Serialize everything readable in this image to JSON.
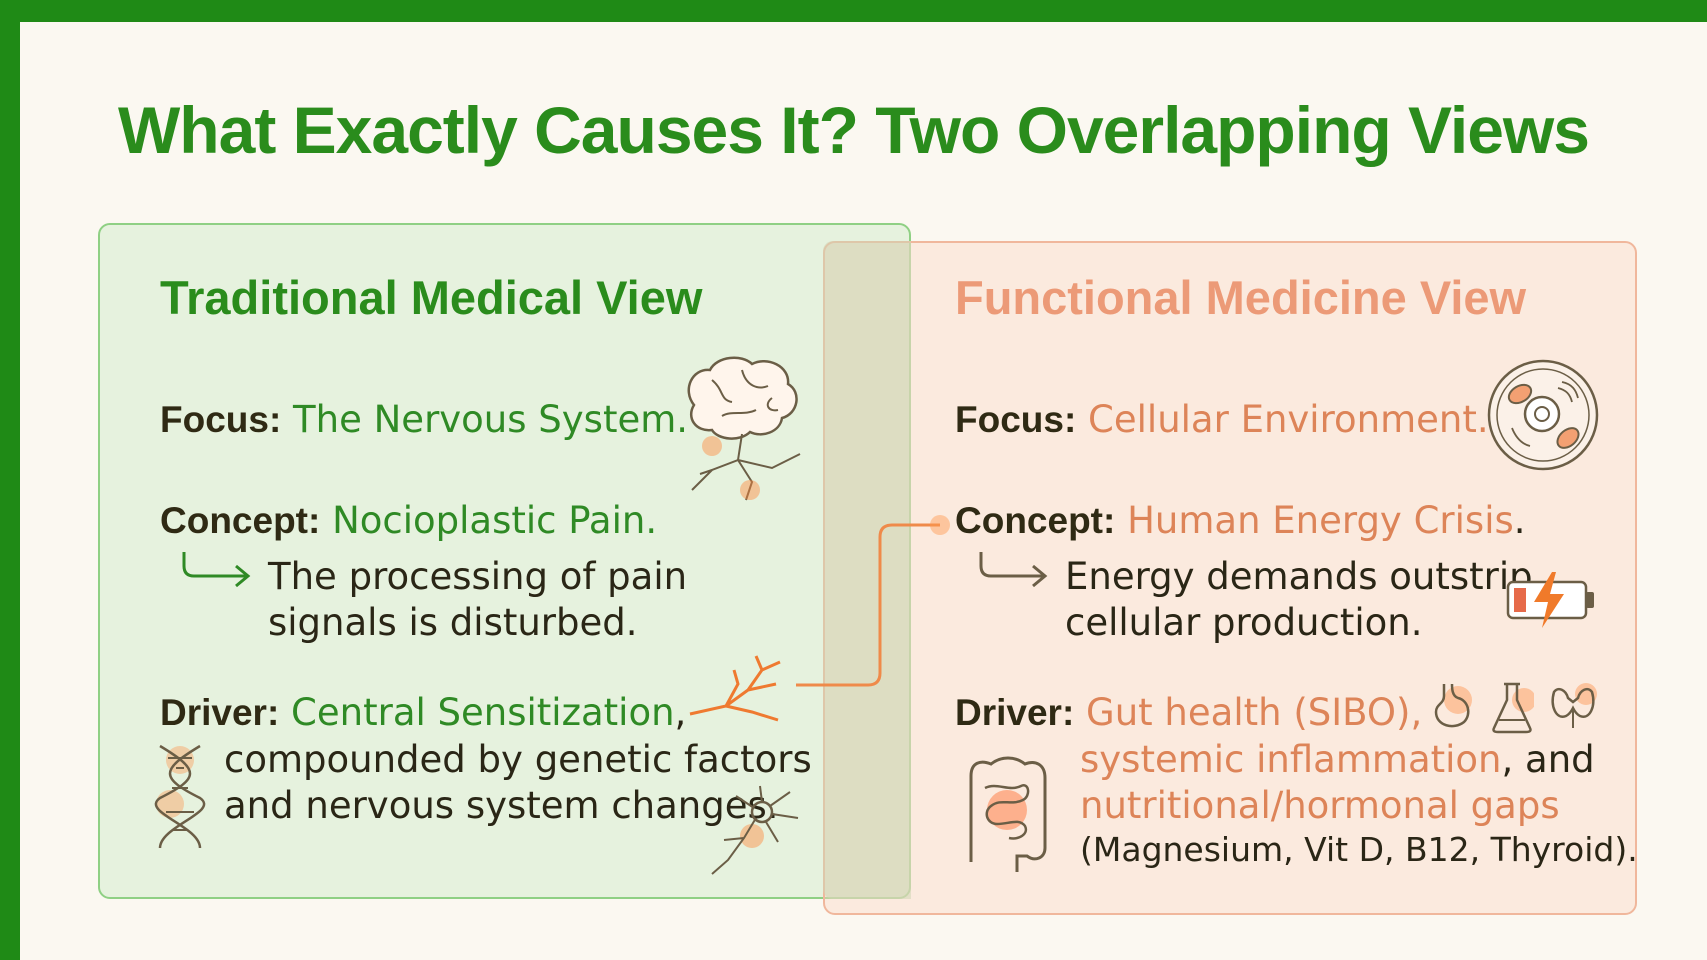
{
  "title": "What Exactly Causes It? Two Overlapping Views",
  "colors": {
    "frame": "#1f8a16",
    "green": "#2a8c1c",
    "orange": "#ec9a77",
    "text": "#2a2616"
  },
  "left": {
    "heading": "Traditional Medical View",
    "focus": {
      "label": "Focus:",
      "value": "The Nervous System."
    },
    "concept": {
      "label": "Concept:",
      "value": "Nocioplastic Pain.",
      "detail": [
        "The processing of pain",
        "signals is disturbed."
      ]
    },
    "driver": {
      "label": "Driver:",
      "value": "Central Sensitization",
      "suffix": ",",
      "detail": [
        "compounded by genetic factors",
        "and nervous system changes."
      ]
    },
    "icons": [
      "brain-icon",
      "nerve-branch-icon",
      "dna-icon",
      "neuron-icon"
    ]
  },
  "right": {
    "heading": "Functional Medicine View",
    "focus": {
      "label": "Focus:",
      "value": "Cellular Environment."
    },
    "concept": {
      "label": "Concept:",
      "value": "Human Energy Crisis",
      "suffix": ".",
      "detail": [
        "Energy demands outstrip",
        "cellular production."
      ]
    },
    "driver": {
      "label": "Driver:",
      "value": "Gut health (SIBO),",
      "detail_colored": [
        "systemic inflammation",
        "nutritional/hormonal gaps"
      ],
      "detail_and": ", and",
      "detail_last": "(Magnesium, Vit D, B12, Thyroid)."
    },
    "icons": [
      "cell-icon",
      "low-battery-icon",
      "stomach-icon",
      "flask-icon",
      "thyroid-icon",
      "intestine-icon"
    ]
  }
}
